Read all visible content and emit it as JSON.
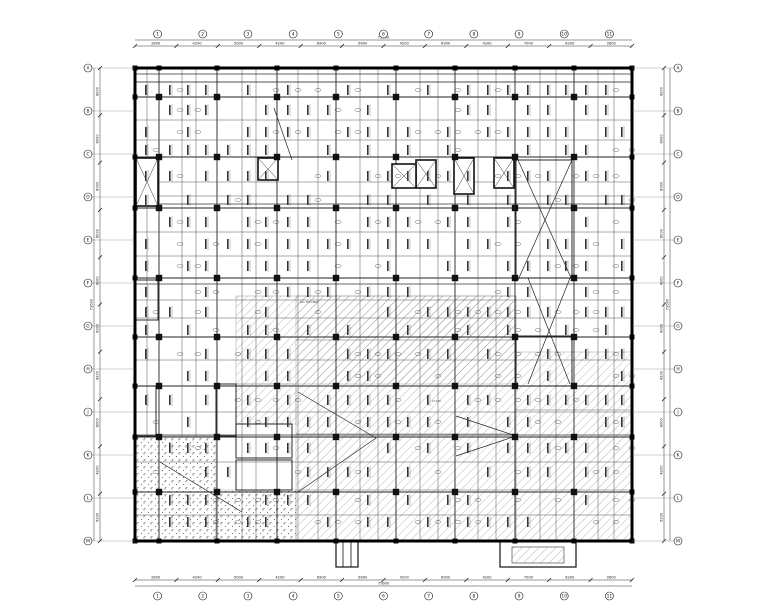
{
  "drawing": {
    "top_dims": [
      "2800",
      "4200",
      "5000",
      "4200",
      "6900",
      "6900",
      "4200",
      "6900",
      "4200",
      "7000",
      "6200",
      "2800"
    ],
    "top_total": "75600",
    "bottom_dims": [
      "2800",
      "4200",
      "5000",
      "4200",
      "6900",
      "6900",
      "4200",
      "6900",
      "4200",
      "7000",
      "6200",
      "2800"
    ],
    "bottom_total": "75600",
    "left_dims": [
      "4200",
      "8000",
      "8000",
      "8000",
      "4200",
      "8000",
      "4200",
      "8000",
      "4200",
      "6200"
    ],
    "left_total": "73600",
    "right_dims": [
      "4200",
      "8000",
      "8000",
      "8000",
      "4200",
      "8000",
      "4200",
      "8000",
      "4200",
      "6200"
    ],
    "right_total": "73600",
    "col_axes": [
      "1",
      "2",
      "3",
      "4",
      "5",
      "6",
      "7",
      "8",
      "9",
      "10",
      "11"
    ],
    "row_axes": [
      "A",
      "B",
      "C",
      "D",
      "E",
      "F",
      "G",
      "H",
      "J",
      "K",
      "L",
      "M"
    ],
    "beam_label": "KL1 300×600",
    "slab_label": "h=120"
  }
}
